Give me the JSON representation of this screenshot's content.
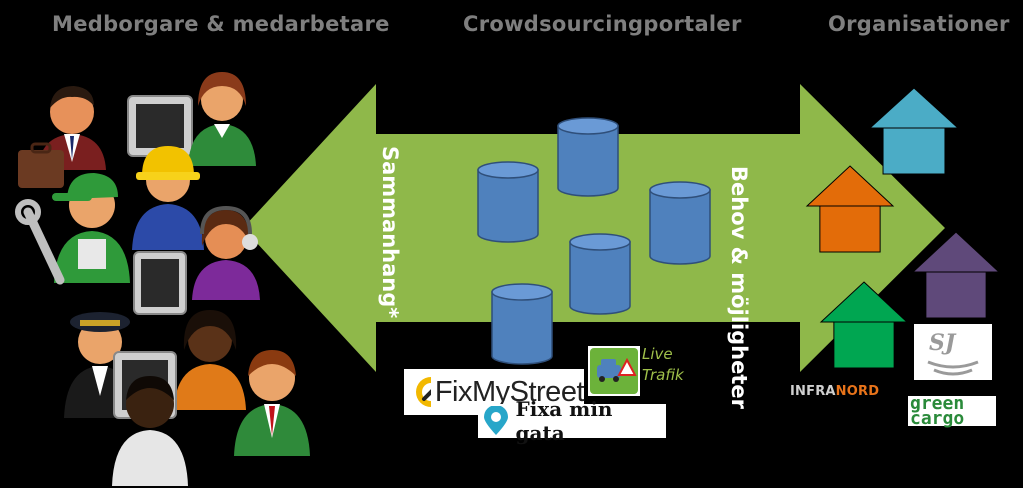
{
  "headers": {
    "citizens": "Medborgare & medarbetare",
    "portals": "Crowdsourcingportaler",
    "organisations": "Organisationer"
  },
  "arrow_labels": {
    "left": "Sammanhang*",
    "right": "Behov & möjligheter"
  },
  "logos": {
    "fixmystreet": "FixMyStreet",
    "fixa_min_gata": "Fixa min gata",
    "live_trafik": [
      "Live",
      "Trafik"
    ],
    "sj": "SJ",
    "infranord_a": "INFRA",
    "infranord_b": "NORD",
    "greencargo": [
      "green",
      "cargo"
    ]
  },
  "colors": {
    "background": "#000000",
    "arrow": "#8fb84a",
    "database": "#4f81bd",
    "house_teal": "#4bacc6",
    "house_orange": "#e36c09",
    "house_purple": "#5f497a",
    "house_green": "#00a651"
  },
  "icons": [
    "people-group-icon",
    "database-icon",
    "house-icon"
  ]
}
